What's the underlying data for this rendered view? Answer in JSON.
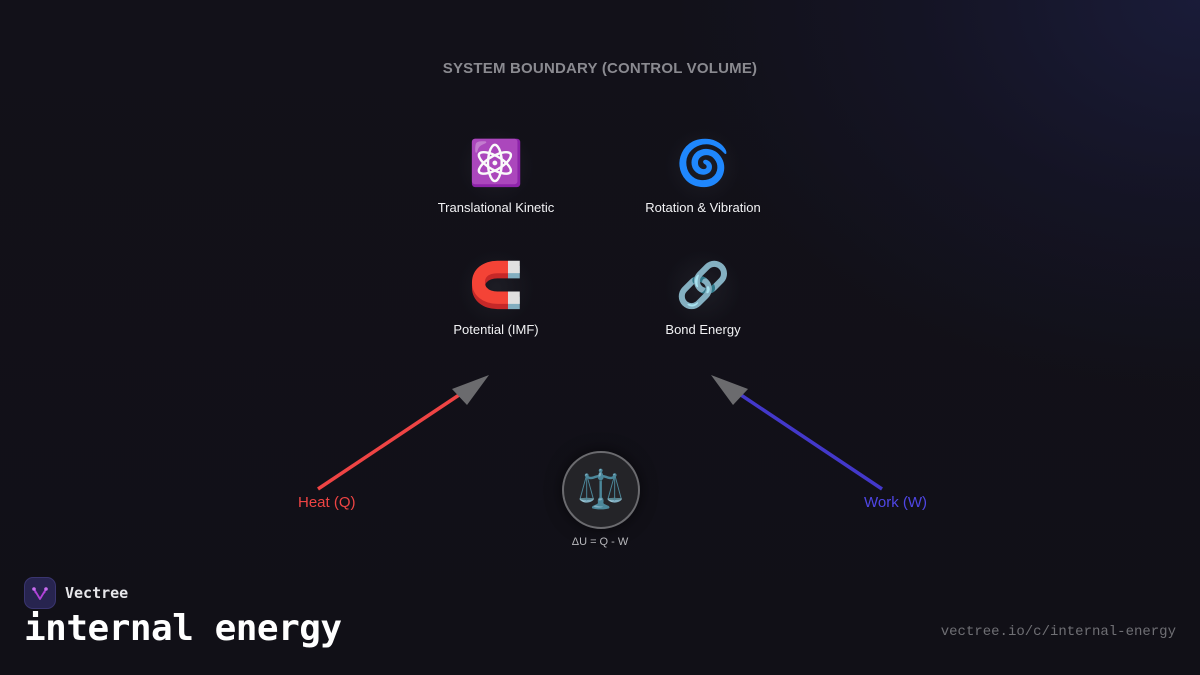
{
  "diagram": {
    "boundary_title": "SYSTEM BOUNDARY (CONTROL VOLUME)",
    "components": [
      {
        "label": "Translational Kinetic",
        "icon": "atom-icon",
        "glyph": "⚛️"
      },
      {
        "label": "Rotation & Vibration",
        "icon": "cyclone-icon",
        "glyph": "🌀"
      },
      {
        "label": "Potential (IMF)",
        "icon": "magnet-icon",
        "glyph": "🧲"
      },
      {
        "label": "Bond Energy",
        "icon": "chain-link-icon",
        "glyph": "🔗"
      }
    ],
    "flows": {
      "heat": {
        "label": "Heat (Q)",
        "color": "#ef4444",
        "arrowhead_color": "#6b6b6e"
      },
      "work": {
        "label": "Work (W)",
        "color": "#4338ca",
        "arrowhead_color": "#6b6b6e"
      }
    },
    "balance": {
      "icon": "scales-icon",
      "glyph": "⚖️",
      "equation": "ΔU = Q - W"
    }
  },
  "footer": {
    "brand_name": "Vectree",
    "title": "internal energy",
    "url": "vectree.io/c/internal-energy"
  },
  "colors": {
    "background": "#111017",
    "heat": "#ef4444",
    "work": "#4338ca",
    "brand_logo_bg": "#27244f",
    "brand_logo_accent": "#b042d8"
  }
}
